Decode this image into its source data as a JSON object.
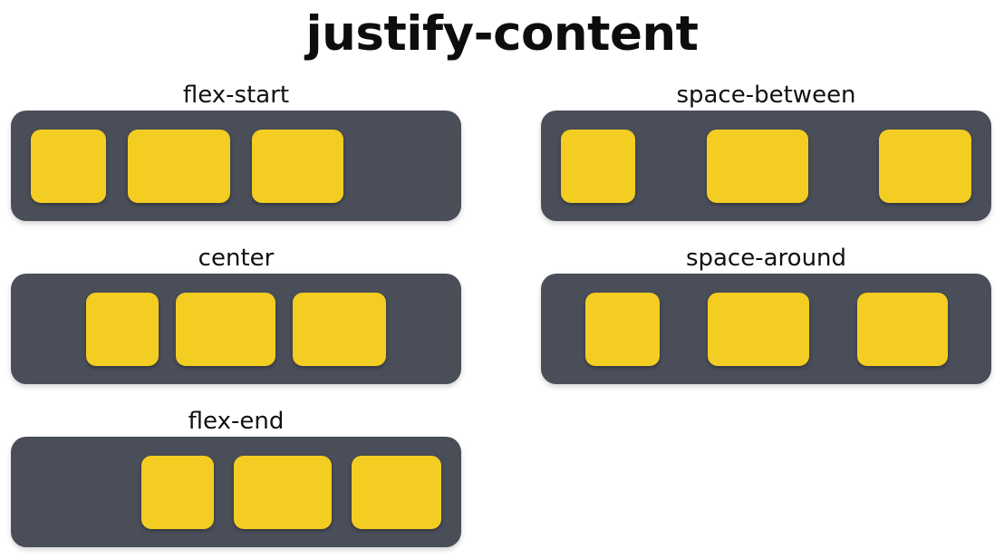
{
  "page": {
    "title": "justify-content",
    "background_color": "#ffffff"
  },
  "colors": {
    "container": "#4a4e58",
    "item": "#f4cd22",
    "text": "#111111",
    "title": "#0d0d0d"
  },
  "examples": [
    {
      "id": "flex-start",
      "label": "flex-start",
      "justify": "flex-start",
      "column": "left",
      "row": 1,
      "items": [
        "item-1",
        "item-2",
        "item-3"
      ]
    },
    {
      "id": "center",
      "label": "center",
      "justify": "center",
      "column": "left",
      "row": 2,
      "items": [
        "item-1",
        "item-2",
        "item-3"
      ]
    },
    {
      "id": "flex-end",
      "label": "flex-end",
      "justify": "flex-end",
      "column": "left",
      "row": 3,
      "items": [
        "item-1",
        "item-2",
        "item-3"
      ]
    },
    {
      "id": "space-between",
      "label": "space-between",
      "justify": "space-between",
      "column": "right",
      "row": 1,
      "items": [
        "item-1",
        "item-2",
        "item-3"
      ]
    },
    {
      "id": "space-around",
      "label": "space-around",
      "justify": "space-around",
      "column": "right",
      "row": 2,
      "items": [
        "item-1",
        "item-2",
        "item-3"
      ]
    }
  ]
}
